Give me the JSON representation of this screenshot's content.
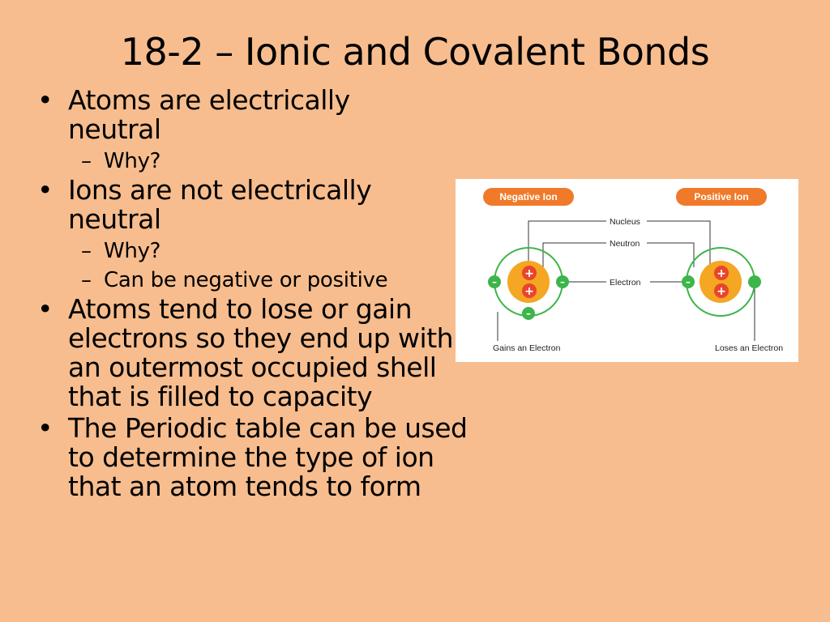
{
  "slide": {
    "title": "18-2 – Ionic and Covalent Bonds",
    "bullets": [
      {
        "text": "Atoms are electrically neutral",
        "subs": [
          "Why?"
        ]
      },
      {
        "text": "Ions are not electrically neutral",
        "subs": [
          "Why?",
          "Can be negative or positive"
        ]
      },
      {
        "text": "Atoms tend to lose or gain electrons so they end up with an outermost occupied shell that is filled to capacity",
        "subs": []
      },
      {
        "text": "The Periodic table can be used to determine the type of ion that an atom tends to form",
        "subs": []
      }
    ]
  },
  "diagram": {
    "negative_ion_label": "Negative Ion",
    "positive_ion_label": "Positive Ion",
    "nucleus_label": "Nucleus",
    "neutron_label": "Neutron",
    "electron_label": "Electron",
    "gains_label": "Gains an Electron",
    "loses_label": "Loses an Electron",
    "plus_sign": "+",
    "minus_sign": "–"
  },
  "colors": {
    "background": "#f7bd8e",
    "pill": "#f07a2a",
    "electron": "#3cb54a",
    "proton": "#e8452c",
    "nucleus": "#f5a623"
  }
}
